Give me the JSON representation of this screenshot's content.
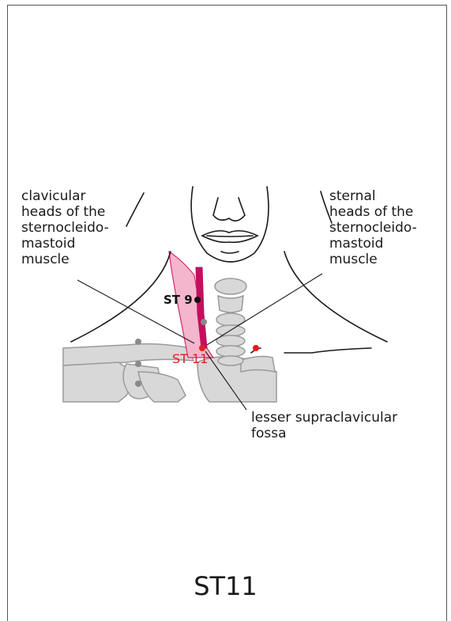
{
  "labels": {
    "clavicular_heads": "clavicular\nheads of the\nsternocleido-\nmastoid\nmuscle",
    "sternal_heads": "sternal\nheads of the\nsternocleido-\nmastoid\nmuscle",
    "lesser_fossa": "lesser supraclavicular\nfossa"
  },
  "points": {
    "st9": "ST 9",
    "st11": "ST 11"
  },
  "title": "ST11",
  "colors": {
    "muscle_fill": "#f4b6cc",
    "muscle_stroke": "#d62a72",
    "sternal_head": "#c2105e",
    "point_red": "#e0201e",
    "point_black": "#111111",
    "point_gray": "#8a8a8a",
    "bone_fill": "#d8d8d8",
    "bone_stroke": "#9a9a9a"
  }
}
